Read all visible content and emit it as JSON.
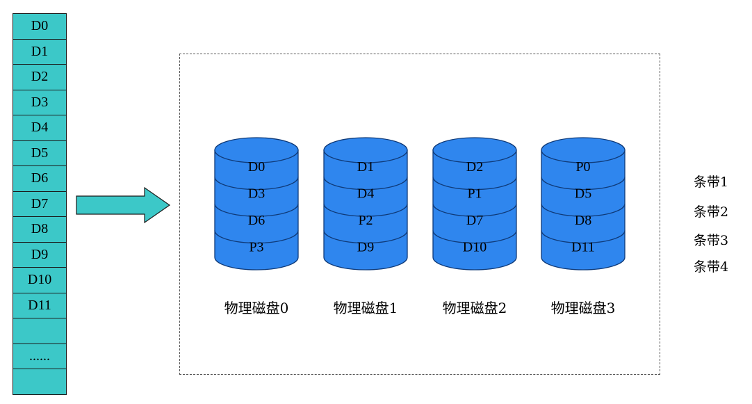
{
  "logical_blocks": [
    "D0",
    "D1",
    "D2",
    "D3",
    "D4",
    "D5",
    "D6",
    "D7",
    "D8",
    "D9",
    "D10",
    "D11",
    "",
    "......",
    ""
  ],
  "disks": [
    {
      "label": "物理磁盘0",
      "segments": [
        "D0",
        "D3",
        "D6",
        "P3"
      ]
    },
    {
      "label": "物理磁盘1",
      "segments": [
        "D1",
        "D4",
        "P2",
        "D9"
      ]
    },
    {
      "label": "物理磁盘2",
      "segments": [
        "D2",
        "P1",
        "D7",
        "D10"
      ]
    },
    {
      "label": "物理磁盘3",
      "segments": [
        "P0",
        "D5",
        "D8",
        "D11"
      ]
    }
  ],
  "stripes": [
    "条带1",
    "条带2",
    "条带3",
    "条带4"
  ],
  "colors": {
    "block_fill": "#3cc8c8",
    "disk_fill": "#2f86ee",
    "disk_stroke": "#0f3a78",
    "arrow_fill": "#3cc8c8"
  }
}
